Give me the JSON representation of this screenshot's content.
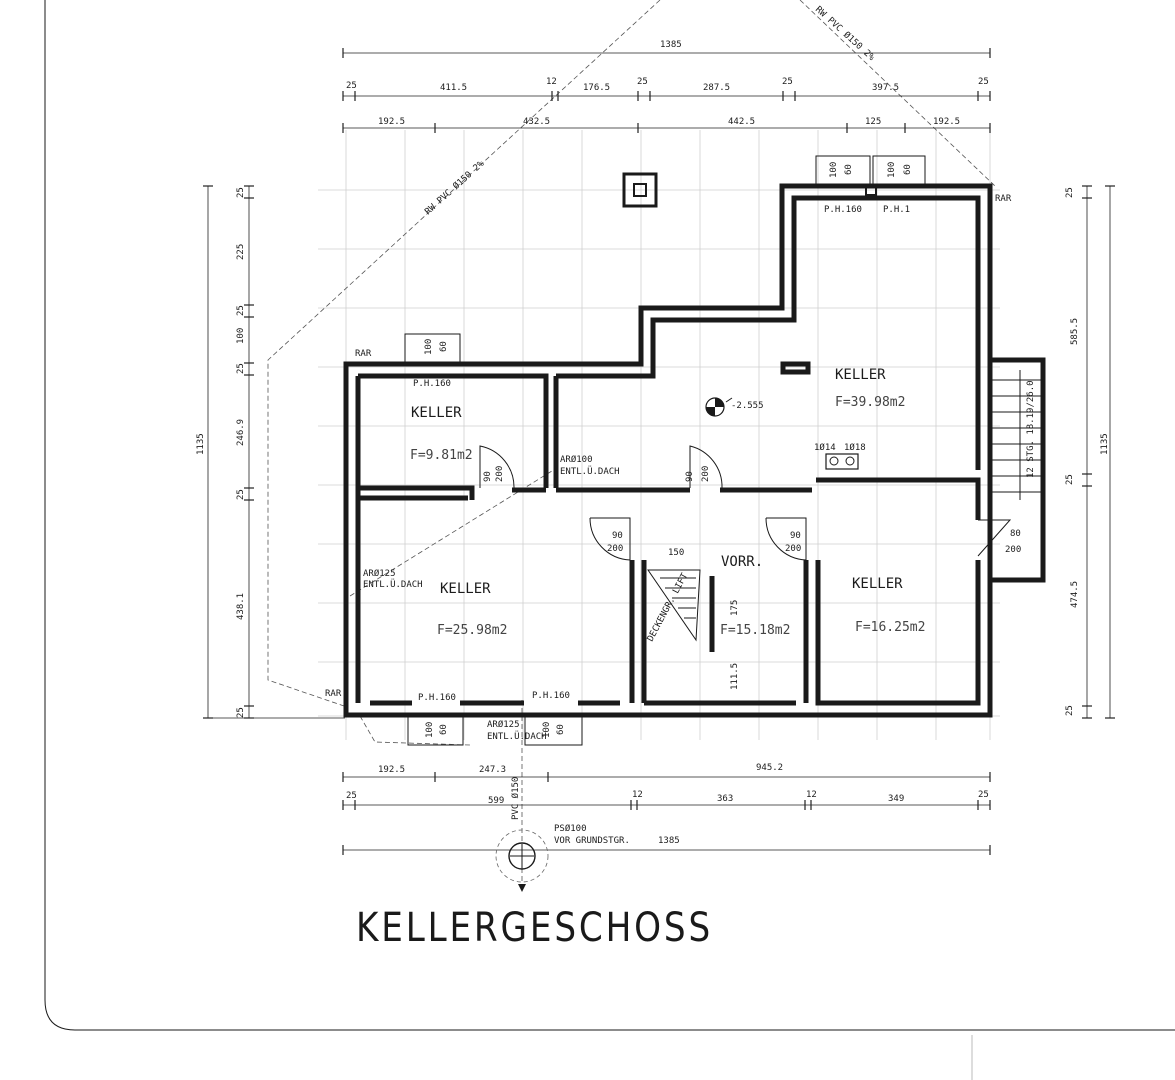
{
  "title": "KELLERGESCHOSS",
  "rooms": [
    {
      "name": "KELLER",
      "area": "F=9.81m2"
    },
    {
      "name": "KELLER",
      "area": "F=39.98m2"
    },
    {
      "name": "KELLER",
      "area": "F=25.98m2"
    },
    {
      "name": "VORR.",
      "area": "F=15.18m2"
    },
    {
      "name": "KELLER",
      "area": "F=16.25m2"
    }
  ],
  "dimensions": {
    "top_total": "1385",
    "top_row1": [
      "25",
      "411.5",
      "12",
      "176.5",
      "25",
      "287.5",
      "25",
      "397.5",
      "25"
    ],
    "top_row2": [
      "192.5",
      "432.5",
      "442.5",
      "125",
      "192.5"
    ],
    "left_total": "1135",
    "left_chain": [
      "25",
      "225",
      "25",
      "100",
      "25",
      "246.9",
      "25",
      "438.1",
      "25"
    ],
    "right_total": "1135",
    "right_chain": [
      "25",
      "585.5",
      "25",
      "474.5",
      "25"
    ],
    "bottom_row1": [
      "192.5",
      "247.3",
      "945.2"
    ],
    "bottom_row2": [
      "25",
      "599",
      "12",
      "363",
      "12",
      "349",
      "25"
    ],
    "bottom_total": "1385"
  },
  "annotations": {
    "drain_top_right": "RW PVC Ø150 2%",
    "drain_left": "RW PVC Ø150 2%",
    "rar_1": "RAR",
    "rar_2": "RAR",
    "rar_3": "RAR",
    "level": "-2.555",
    "ar100": "ARØ100",
    "entl_dach_1": "ENTL.Ü.DACH",
    "ar125_1": "ARØ125",
    "entl_dach_2": "ENTL.Ü.DACH",
    "ar125_2": "ARØ125",
    "entl_dach_3": "ENTL.Ü.DACH",
    "ph160_1": "P.H.160",
    "ph160_2": "P.H.160",
    "ph160_3": "P.H.160",
    "ph160_4": "P.H.160",
    "ph1": "P.H.1",
    "d14": "1Ø14",
    "d18": "1Ø18",
    "stairs": "12 STG. 18.19/26.0",
    "lift": "DECKENGR. LIFT",
    "pvc_vertical": "PVC Ø150",
    "ps100": "PSØ100",
    "vor_grundstgr": "VOR GRUNDSTGR.",
    "grundstgr_len": "1385"
  },
  "openings": {
    "w100": "100",
    "w60": "60",
    "w90": "90",
    "w200": "200",
    "w150": "150",
    "w175": "175",
    "w111": "111.5",
    "w80": "80"
  }
}
